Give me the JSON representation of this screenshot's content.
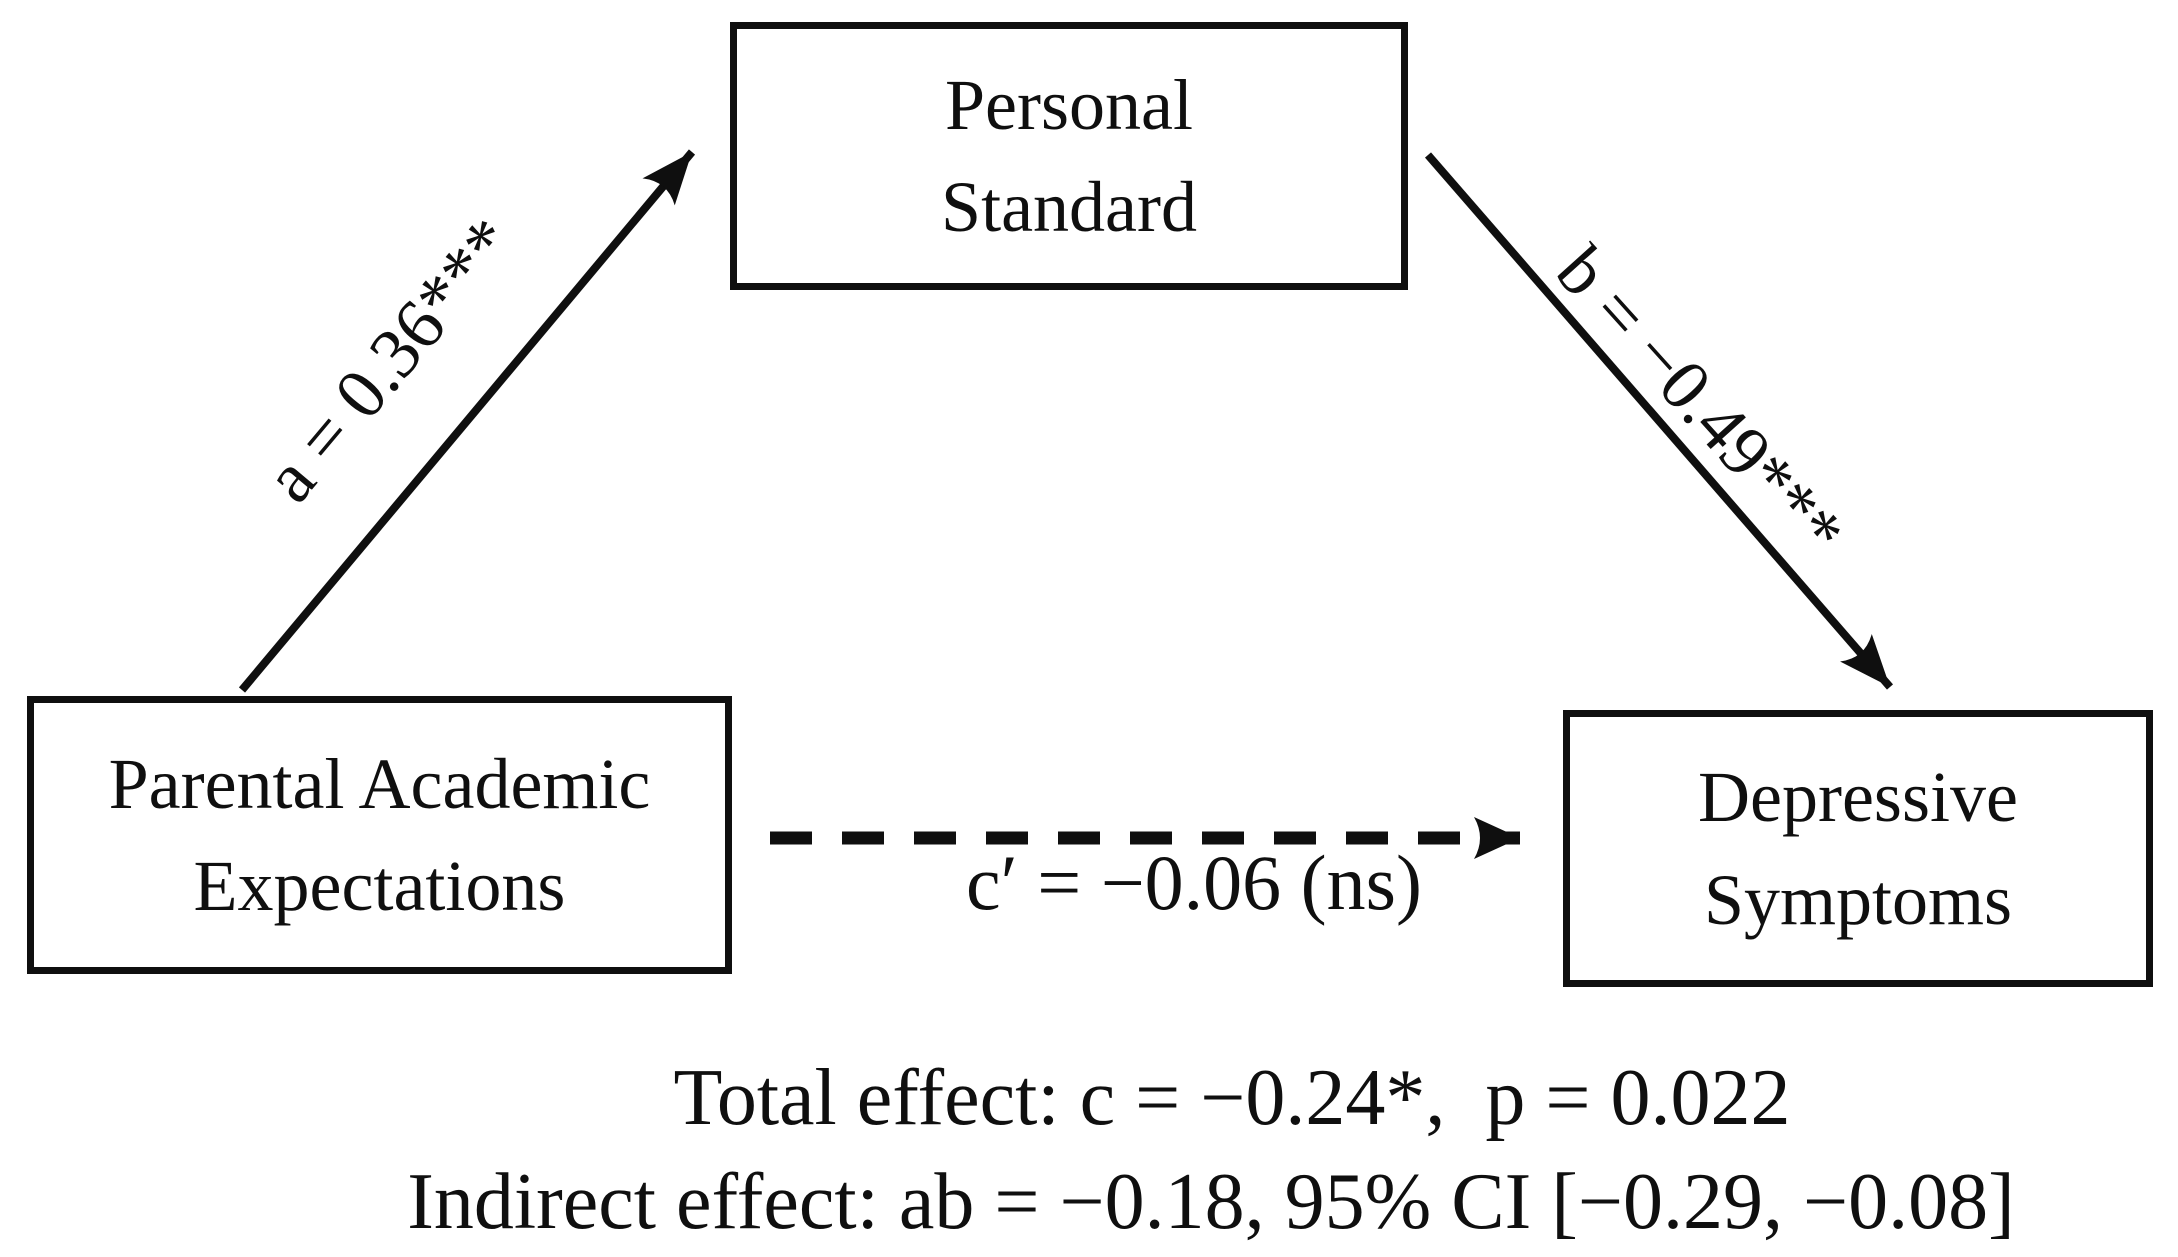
{
  "figure": {
    "nodes": {
      "predictor": {
        "label": "Parental Academic\nExpectations"
      },
      "mediator": {
        "label": "Personal\nStandard"
      },
      "outcome": {
        "label": "Depressive\nSymptoms"
      }
    },
    "paths": {
      "a": {
        "label": "a = 0.36***"
      },
      "b": {
        "label": "b = −0.49***"
      },
      "c_prime": {
        "label": "c′ = −0.06 (ns)"
      }
    },
    "effects": {
      "total": "Total effect: c = −0.24*,  p = 0.022",
      "indirect": "Indirect effect: ab = −0.18, 95% CI [−0.29, −0.08]"
    },
    "colors": {
      "ink": "#0f0f0f",
      "background": "#ffffff"
    }
  }
}
